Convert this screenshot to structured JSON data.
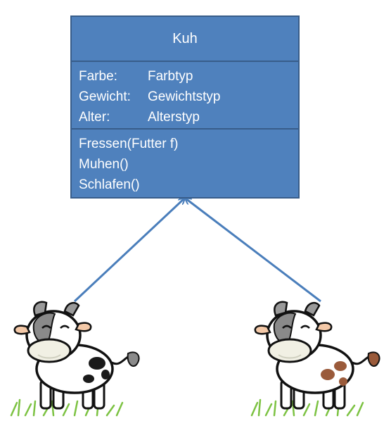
{
  "class": {
    "name": "Kuh",
    "attributes": [
      {
        "name": "Farbe:",
        "type": "Farbtyp"
      },
      {
        "name": "Gewicht:",
        "type": "Gewichtstyp"
      },
      {
        "name": "Alter:",
        "type": "Alterstyp"
      }
    ],
    "methods": [
      "Fressen(Futter f)",
      "Muhen()",
      "Schlafen()"
    ]
  },
  "instances": [
    {
      "icon": "black-spotted-cow-icon"
    },
    {
      "icon": "brown-spotted-cow-icon"
    }
  ],
  "colors": {
    "class_fill": "#4f81bd",
    "class_border": "#385d8a",
    "arrow": "#4a7ebb",
    "grass": "#7cc242",
    "black_spots": "#1a1a1a",
    "brown_spots": "#9a5a3a"
  }
}
